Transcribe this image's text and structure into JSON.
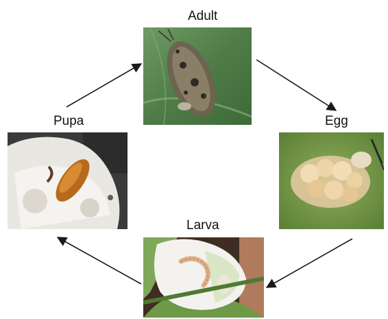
{
  "diagram": {
    "stages": {
      "adult": {
        "label": "Adult"
      },
      "egg": {
        "label": "Egg"
      },
      "larva": {
        "label": "Larva"
      },
      "pupa": {
        "label": "Pupa"
      }
    },
    "arrow_color": "#1a1a1a"
  }
}
